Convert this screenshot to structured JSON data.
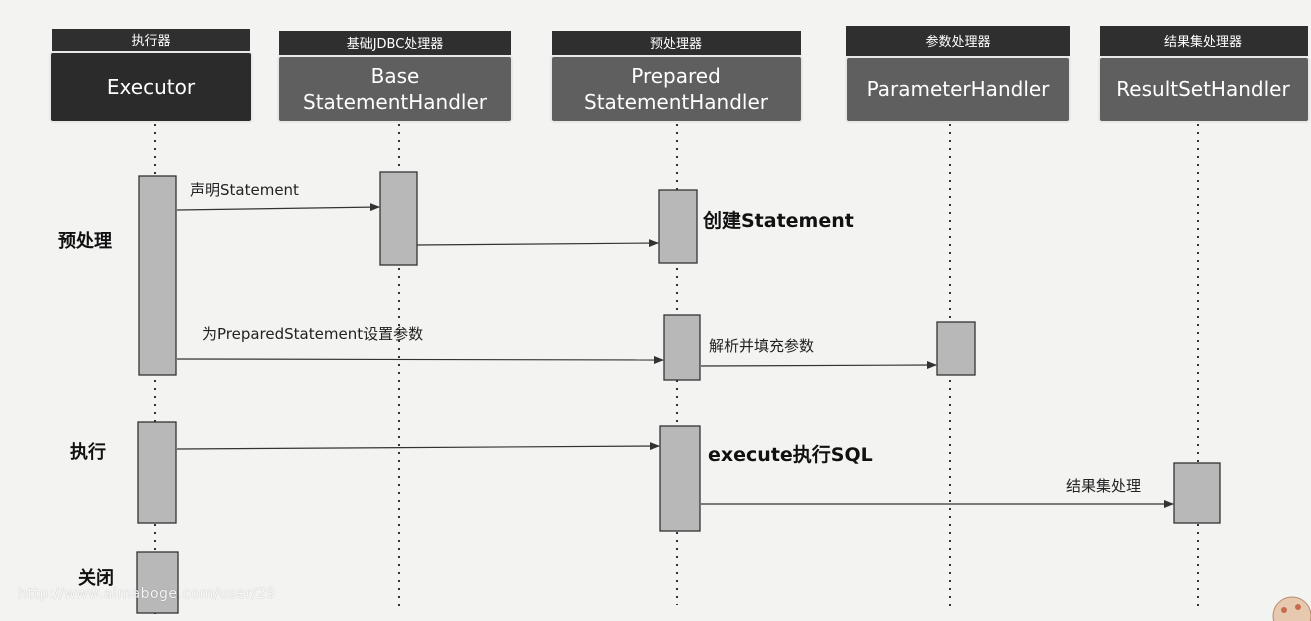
{
  "lanes": [
    {
      "label": "执行器",
      "title_lines": [
        "Executor"
      ]
    },
    {
      "label": "基础JDBC处理器",
      "title_lines": [
        "Base",
        "StatementHandler"
      ]
    },
    {
      "label": "预处理器",
      "title_lines": [
        "Prepared",
        "StatementHandler"
      ]
    },
    {
      "label": "参数处理器",
      "title_lines": [
        "ParameterHandler"
      ]
    },
    {
      "label": "结果集处理器",
      "title_lines": [
        "ResultSetHandler"
      ]
    }
  ],
  "phases": {
    "prepare": "预处理",
    "execute": "执行",
    "close": "关闭"
  },
  "messages": {
    "declare_statement": "声明Statement",
    "create_statement": "创建Statement",
    "set_params": "为PreparedStatement设置参数",
    "parse_fill_params": "解析并填充参数",
    "execute_sql": "execute执行SQL",
    "result_set_handling": "结果集处理"
  },
  "watermark": "http://www.aimaboge.com/user/29",
  "colors": {
    "header_label_bg": "#2f2f2f",
    "executor_box_bg": "#2b2b2b",
    "handler_box_bg": "#5f5f5f",
    "activation_fill": "#b8b8b8",
    "background": "#f3f3f1"
  }
}
